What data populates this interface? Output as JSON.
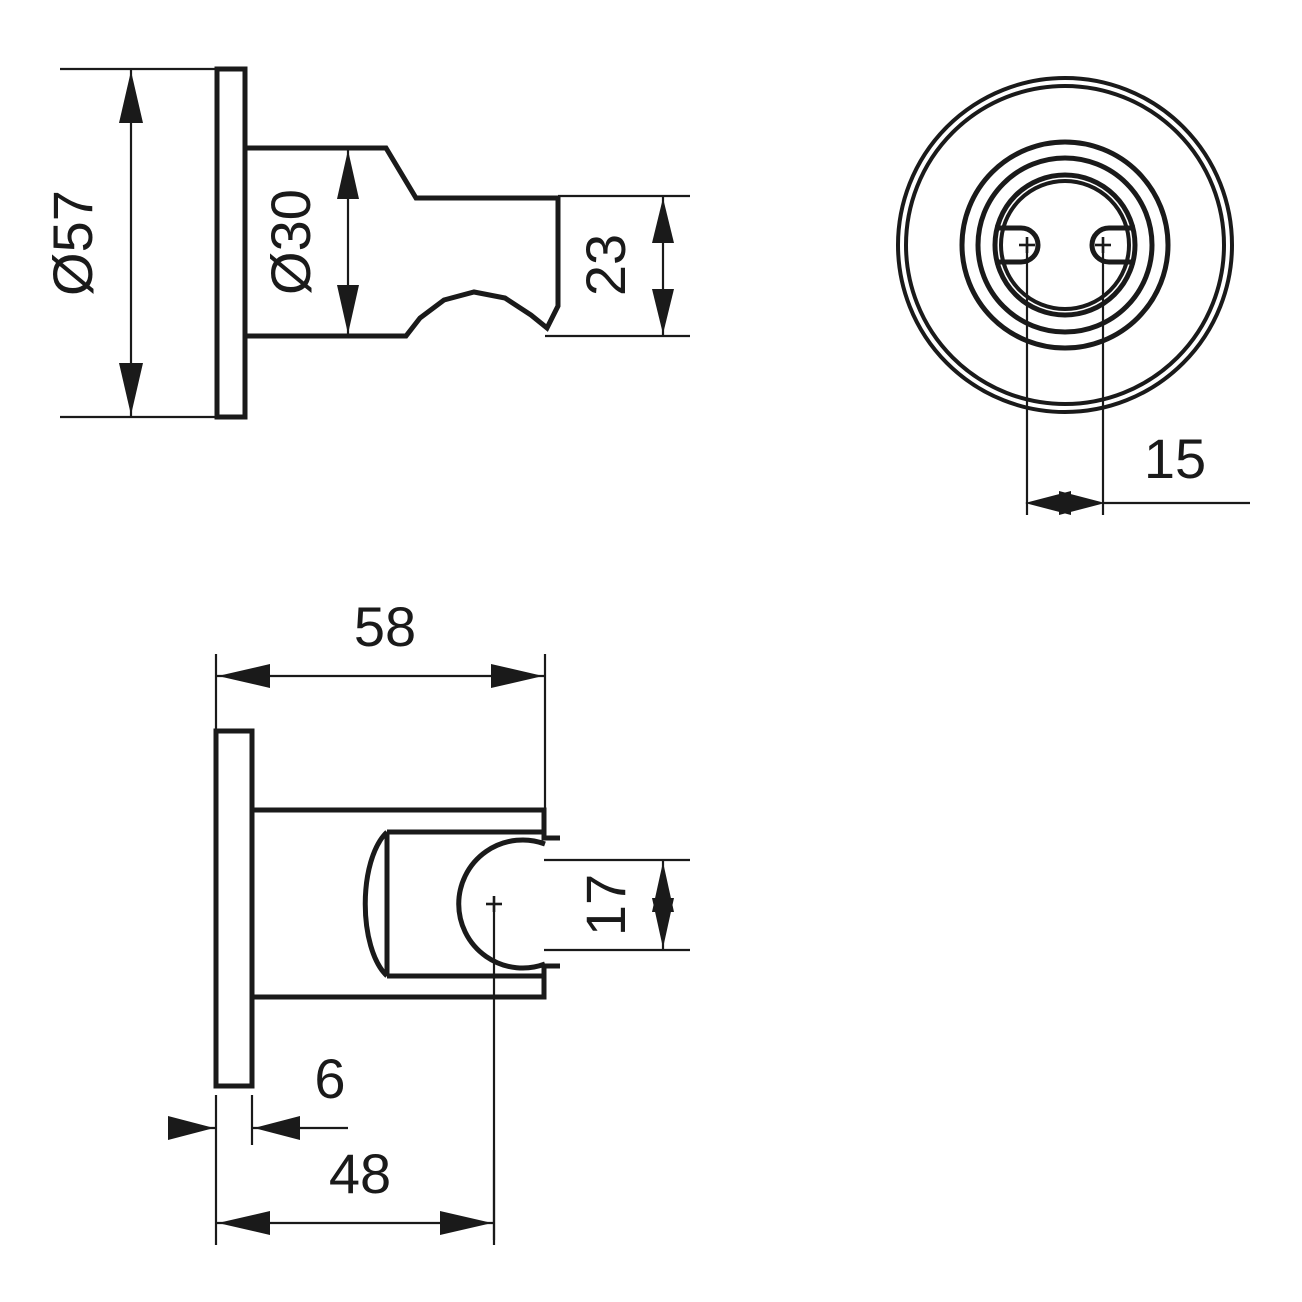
{
  "document": {
    "kind": "technical-drawing",
    "subject": "shower holder wall bracket",
    "units": "mm",
    "background_color": "#ffffff",
    "line_color": "#1a1a1a"
  },
  "views": [
    {
      "id": "side-elevation",
      "name": "Side elevation (left, top)",
      "position": "top-left"
    },
    {
      "id": "front-round-view",
      "name": "Front round view with concentric rings and two slots",
      "position": "top-right"
    },
    {
      "id": "plan-view",
      "name": "Plan / top view with C-shaped holder",
      "position": "bottom-left"
    }
  ],
  "dimensions": {
    "flange_diameter": {
      "label": "Ø57",
      "value": 57,
      "symbol": "Ø",
      "view": "side-elevation",
      "orientation": "vertical"
    },
    "body_diameter": {
      "label": "Ø30",
      "value": 30,
      "symbol": "Ø",
      "view": "side-elevation",
      "orientation": "vertical"
    },
    "nozzle_height": {
      "label": "23",
      "value": 23,
      "view": "side-elevation",
      "orientation": "vertical"
    },
    "slot_spacing": {
      "label": "15",
      "value": 15,
      "view": "front-round-view",
      "orientation": "horizontal"
    },
    "overall_length": {
      "label": "58",
      "value": 58,
      "view": "plan-view",
      "orientation": "horizontal"
    },
    "cradle_width": {
      "label": "17",
      "value": 17,
      "view": "plan-view",
      "orientation": "vertical"
    },
    "flange_thickness": {
      "label": "6",
      "value": 6,
      "view": "plan-view",
      "orientation": "horizontal"
    },
    "center_offset": {
      "label": "48",
      "value": 48,
      "view": "plan-view",
      "orientation": "horizontal"
    }
  },
  "labels": {
    "d57": "Ø57",
    "d30": "Ø30",
    "n23": "23",
    "n15": "15",
    "n58": "58",
    "n17": "17",
    "n6": "6",
    "n48": "48"
  }
}
